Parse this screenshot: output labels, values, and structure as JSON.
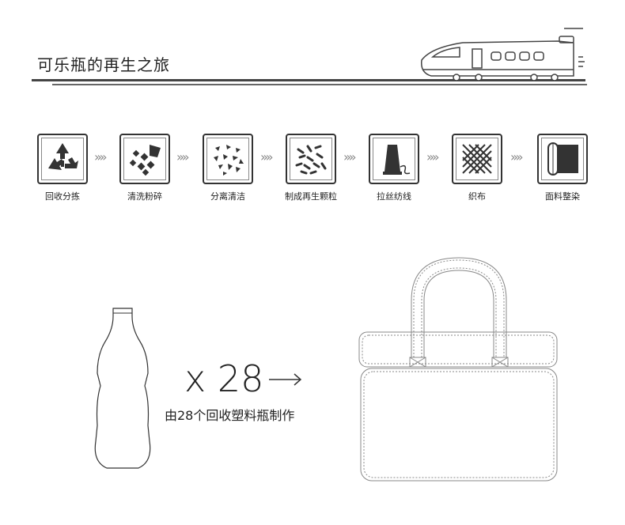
{
  "header": {
    "title": "可乐瓶的再生之旅"
  },
  "steps": [
    {
      "label": "回收分拣",
      "icon": "recycle-icon"
    },
    {
      "label": "清洗粉碎",
      "icon": "crush-icon"
    },
    {
      "label": "分离清洁",
      "icon": "separate-icon"
    },
    {
      "label": "制成再生颗粒",
      "icon": "pellets-icon"
    },
    {
      "label": "拉丝纺线",
      "icon": "spool-icon"
    },
    {
      "label": "织布",
      "icon": "weave-icon"
    },
    {
      "label": "面料整染",
      "icon": "fabric-roll-icon"
    }
  ],
  "chevron": "»»",
  "conversion": {
    "multiplier": "x 28",
    "caption": "由28个回收塑料瓶制作"
  }
}
